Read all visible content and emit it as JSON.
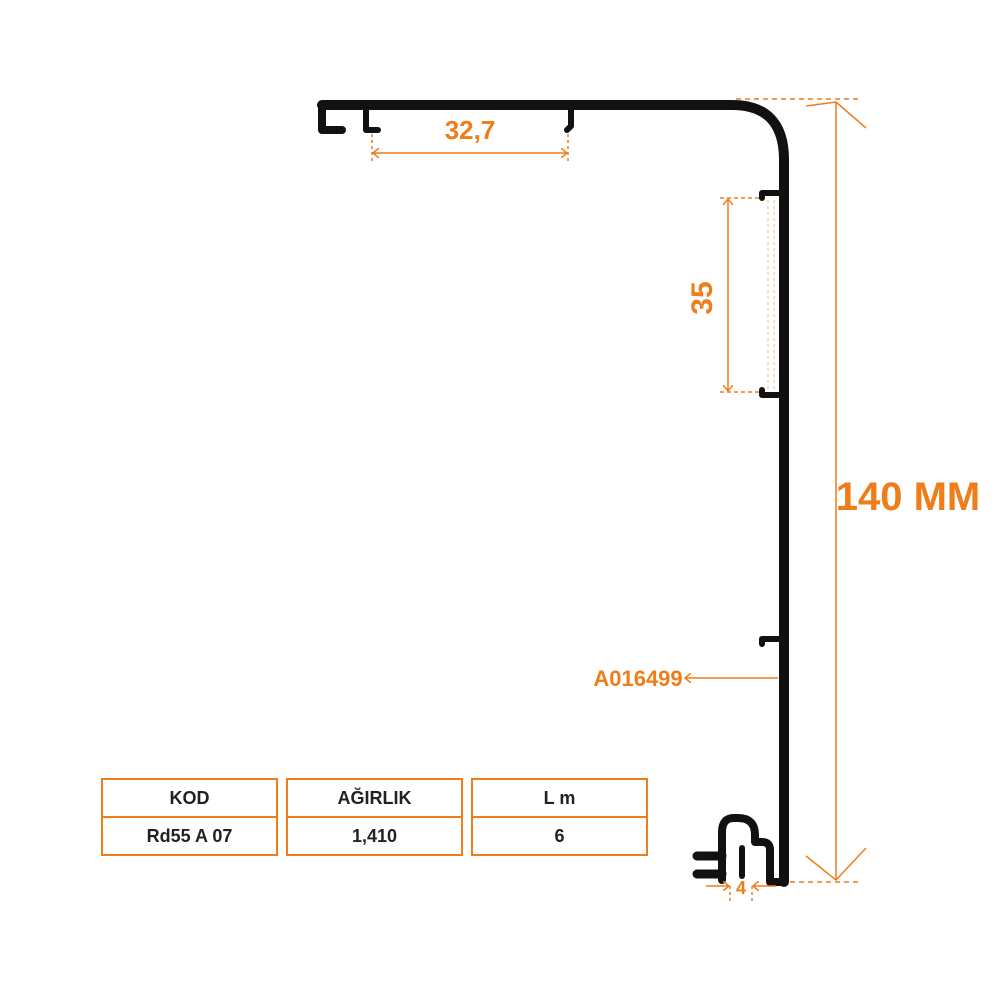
{
  "colors": {
    "accent": "#ee7d1a",
    "profile": "#111111",
    "text": "#222222"
  },
  "dimensions": {
    "top_channel_width": "32,7",
    "side_slot_height": "35",
    "total_height": "140 MM",
    "bottom_gap": "4",
    "profile_code": "A016499"
  },
  "spec_table": {
    "headers": [
      "KOD",
      "AĞIRLIK",
      "L m"
    ],
    "values": [
      "Rd55 A 07",
      "1,410",
      "6"
    ]
  }
}
